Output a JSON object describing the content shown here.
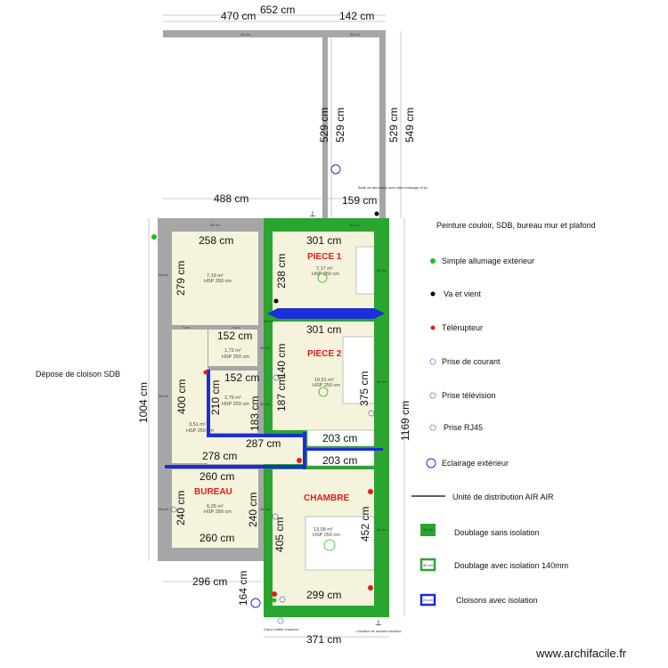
{
  "plan": {
    "dimensions": {
      "top_total": "652 cm",
      "top_left": "470 cm",
      "top_right": "142 cm",
      "right_top_1": "529 cm",
      "right_top_2": "529 cm",
      "right_top_3": "529 cm",
      "right_top_4": "549 cm",
      "mid_left": "488 cm",
      "mid_right": "159 cm",
      "left_total": "1004 cm",
      "right_total": "1169 cm",
      "bottom_left": "296 cm",
      "bottom_left_v": "164 cm",
      "bottom_total": "371 cm",
      "room1_w": "258 cm",
      "room1_h": "279 cm",
      "piece1_w": "301 cm",
      "piece1_h": "238 cm",
      "piece2_w": "301 cm",
      "piece2_h1": "140 cm",
      "piece2_h2": "187 cm",
      "piece2_h3": "375 cm",
      "wc_w": "152 cm",
      "sdb_w": "152 cm",
      "sdb_h": "210 cm",
      "sdb_h2": "183 cm",
      "corridor_h": "400 cm",
      "corridor_w": "287 cm",
      "corridor_w2": "278 cm",
      "closet_1": "203 cm",
      "closet_2": "203 cm",
      "bureau_w_top": "260 cm",
      "bureau_w_bottom": "260 cm",
      "bureau_h": "240 cm",
      "bureau_h2": "240 cm",
      "chambre_h": "405 cm",
      "chambre_w": "299 cm",
      "chambre_bed": "452 cm"
    },
    "wall_labels": {
      "w36": "36 cm",
      "w7": "7 cm",
      "w20": "20 cm"
    },
    "rooms": {
      "room1_area": "7,19 m²",
      "hsp": "HSP 250 cm",
      "piece1_label": "PIECE 1",
      "piece1_area": "7,17 m²",
      "piece2_label": "PIECE 2",
      "piece2_area": "10,51 m²",
      "wc_area": "1,72 m²",
      "sdb_area": "2,79 m²",
      "corridor_area": "3,51 m²",
      "bureau_label": "BUREAU",
      "bureau_area": "6,25 m²",
      "chambre_label": "CHAMBRE",
      "chambre_area": "13,08 m²"
    },
    "notes": {
      "junction_box": "Boite de derivation avec alim eclairage et pc",
      "paint": "Peinture couloir, SDB, bureau mur et plafond",
      "remove_wall": "Dépose de cloison SDB",
      "bottom_left_note": "Gaine soffite chambre",
      "bottom_right_note": "Création de robinet extérieur"
    }
  },
  "legend": [
    {
      "label": "Simple allumage extérieur",
      "icon": "green-dot-icon",
      "color": "#22bb22"
    },
    {
      "label": "Va et vient",
      "icon": "black-dot-icon",
      "color": "#000000"
    },
    {
      "label": "Télérupteur",
      "icon": "red-dot-icon",
      "color": "#e31b1b"
    },
    {
      "label": "Prise de courant",
      "icon": "outlet-icon",
      "color": "#1a2fd6"
    },
    {
      "label": "Prise télévision",
      "icon": "tv-outlet-icon",
      "color": "#1a2fd6"
    },
    {
      "label": "Prise RJ45",
      "icon": "rj45-icon",
      "color": "#1a2fd6"
    },
    {
      "label": "Eclairage extérieur",
      "icon": "exterior-light-icon",
      "color": "#1a2fd6"
    },
    {
      "label": "Unité de distribution AIR AIR",
      "icon": "air-unit-icon",
      "color": "#000000"
    },
    {
      "label": "Doublage sans isolation",
      "icon": "green-fill-swatch",
      "color": "#2aa530",
      "swatch_text": "30 cm"
    },
    {
      "label": "Doublage avec isolation 140mm",
      "icon": "green-outline-swatch",
      "color": "#2aa530",
      "swatch_text": "30 cm"
    },
    {
      "label": "Cloisons avec isolation",
      "icon": "blue-outline-swatch",
      "color": "#1a2fd6",
      "swatch_text": "24 cm"
    }
  ],
  "colors": {
    "wall": "#a6a6a6",
    "doublage": "#2aa530",
    "insulated": "#1a2fd6",
    "floor": "#f6f3dc"
  },
  "watermark": "www.archifacile.fr"
}
